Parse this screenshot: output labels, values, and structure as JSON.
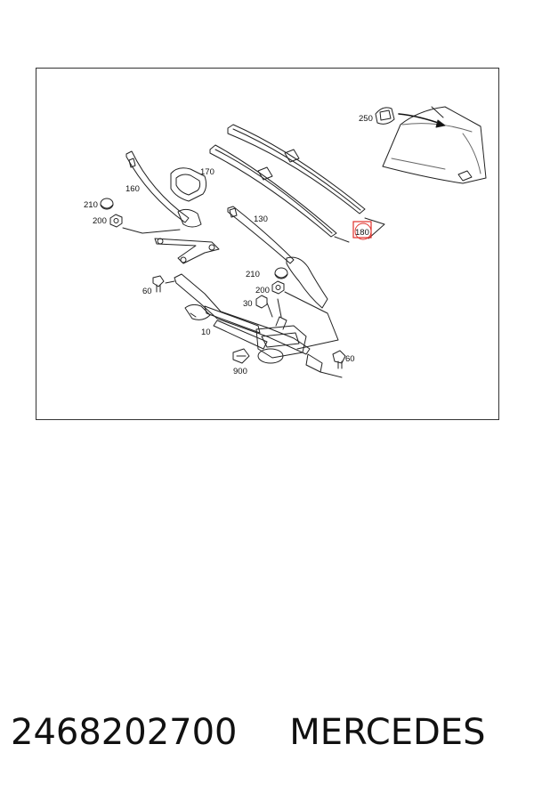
{
  "diagram": {
    "callouts": [
      {
        "id": "250",
        "label": "250"
      },
      {
        "id": "170",
        "label": "170"
      },
      {
        "id": "160",
        "label": "160"
      },
      {
        "id": "210a",
        "label": "210"
      },
      {
        "id": "200a",
        "label": "200"
      },
      {
        "id": "130",
        "label": "130"
      },
      {
        "id": "180",
        "label": "180"
      },
      {
        "id": "210b",
        "label": "210"
      },
      {
        "id": "200b",
        "label": "200"
      },
      {
        "id": "30",
        "label": "30"
      },
      {
        "id": "60a",
        "label": "60"
      },
      {
        "id": "10",
        "label": "10"
      },
      {
        "id": "60b",
        "label": "60"
      },
      {
        "id": "900",
        "label": "900"
      }
    ],
    "highlighted": "180",
    "highlight_color": "#e0302a"
  },
  "caption": {
    "part_number": "2468202700",
    "brand": "MERCEDES"
  }
}
